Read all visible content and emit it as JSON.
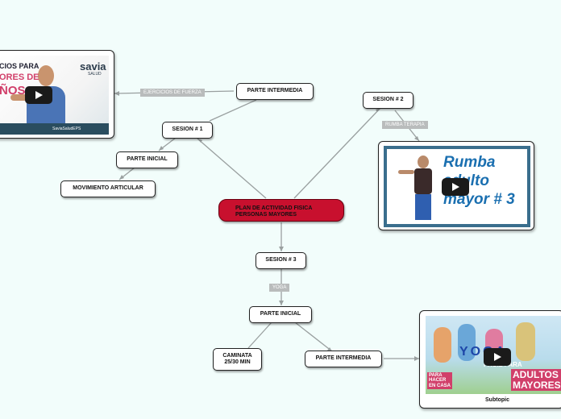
{
  "colors": {
    "main_fill": "#c8102e",
    "connector": "#9aa0a0",
    "label_fill": "#b9bcbc",
    "background": "#f2fdfb"
  },
  "central": {
    "text": "PLAN DE ACTIVIDAD FISICA PERSONAS MAYORES"
  },
  "nodes": {
    "parte_intermedia_top": "PARTE INTERMEDIA",
    "sesion1": "SESION # 1",
    "parte_inicial_left": "PARTE INICIAL",
    "movimiento_articular": "MOVIMIENTO ARTICULAR",
    "sesion2": "SESION # 2",
    "sesion3": "SESION # 3",
    "parte_inicial_bottom": "PARTE INICIAL",
    "caminata": "CAMINATA\n25/30 MIN",
    "parte_intermedia_bottom": "PARTE INTERMEDIA"
  },
  "labels": {
    "ejercicios_fuerza": "EJERCICIOS DE FUERZA",
    "rumba_terapia": "RUMBA TERAPIA",
    "yoga": "YOGA"
  },
  "cards": {
    "video1": {
      "line1": "CIOS PARA",
      "line2": "ORES DE",
      "line3": "ÑOS",
      "brand": "savia",
      "brand_sub": "SALUD",
      "channel": "SaviaSaludEPS",
      "icon": "play-icon"
    },
    "video2": {
      "line1": "Rumba",
      "line2": "adulto",
      "line3": "mayor # 3"
    },
    "video3": {
      "yoga_text": "YOGA",
      "line_small": "FÁCIL PARA",
      "line_big1": "ADULTOS",
      "line_big2": "MAYORES",
      "badge1": "PARA",
      "badge2": "HACER",
      "badge3": "EN CASA",
      "caption": "Subtopic"
    }
  }
}
